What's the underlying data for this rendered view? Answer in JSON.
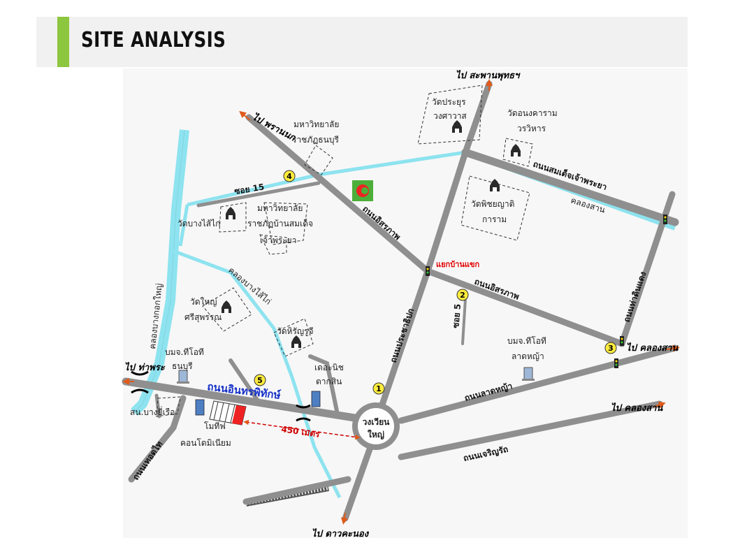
{
  "header": {
    "title": "SITE ANALYSIS"
  },
  "colors": {
    "accent": "#8dc63f",
    "road": "#8f8f8f",
    "canal": "#8de3ef",
    "site": "#ee2222",
    "label_blue": "#1530c8",
    "distance": "#d00000"
  },
  "directions": {
    "north": "ไป สะพานพุทธฯ",
    "northwest": "ไป พรานนก",
    "west": "ไป ท่าพระ",
    "east_1": "ไป คลองสาน",
    "east_2": "ไป คลองสาน",
    "south": "ไป ดาวคะนอง"
  },
  "roads": {
    "soi_15": "ซอย 15",
    "isaraphap_1": "ถนนอิสรภาพ",
    "isaraphap_2": "ถนนอิสรภาพ",
    "prachathipok": "ถนนประชาธิปก",
    "somdet_chao_phraya": "ถนนสมเด็จเจ้าพระยา",
    "tha_din_daeng": "ถนนท่าดินแดง",
    "lat_ya": "ถนนลาดหญ้า",
    "charoen_rat": "ถนนเจริญรัถ",
    "thoet_thai": "ถนนเทอดไท",
    "intharaphithak": "ถนนอินทรพิทักษ์",
    "soi_5": "ซอย 5"
  },
  "canals": {
    "bangkok_yai": "คลองบางกอกใหญ่",
    "bang_sai_kai": "คลองบางไส้ไก่",
    "khlong_san": "คลองสาน"
  },
  "places": {
    "wat_prayurawongsawat": {
      "line1": "วัดประยุร",
      "line2": "วงศาวาส"
    },
    "wat_anongkharam": {
      "line1": "วัดอนงคาราม",
      "line2": "วรวิหาร"
    },
    "dhonburi_rajabhat": {
      "line1": "มหาวิทยาลัย",
      "line2": "ราชภัฏธนบุรี"
    },
    "bansomdej_rajabhat": {
      "line1": "มหาวิทยาลัย",
      "line2": "ราชภัฏบ้านสมเด็จ",
      "line3": "เจ้าพระยา"
    },
    "wat_bang_sai_kai": "วัดบางไส้ไก่",
    "wat_phitchaya_yatikaram": {
      "line1": "วัดพิชยญาติ",
      "line2": "การาม"
    },
    "wat_yai_si_suphan": {
      "line1": "วัดใหญ่",
      "line2": "ศรีสุพรรณ"
    },
    "wat_hiranruchi": "วัดหิรัญรูจี",
    "tot_thonburi": {
      "line1": "บมจ.ทีโอที",
      "line2": "ธนบุรี"
    },
    "tot_lat_ya": {
      "line1": "บมจ.ทีโอที",
      "line2": "ลาดหญ้า"
    },
    "the_chic_taksin": {
      "line1": "เดอะนิช",
      "line2": "ตากสิน"
    },
    "bang_yi_rua_police": "สน.บางยี่เรือ",
    "motif_condo": {
      "line1": "โมทีฟ",
      "line2": "คอนโดมิเนียม"
    },
    "ban_khaek_junction": "แยกบ้านแขก",
    "wongwian_yai": {
      "line1": "วงเวียน",
      "line2": "ใหญ่"
    }
  },
  "distance": "450 เมตร",
  "markers": [
    "1",
    "2",
    "3",
    "4",
    "5"
  ]
}
